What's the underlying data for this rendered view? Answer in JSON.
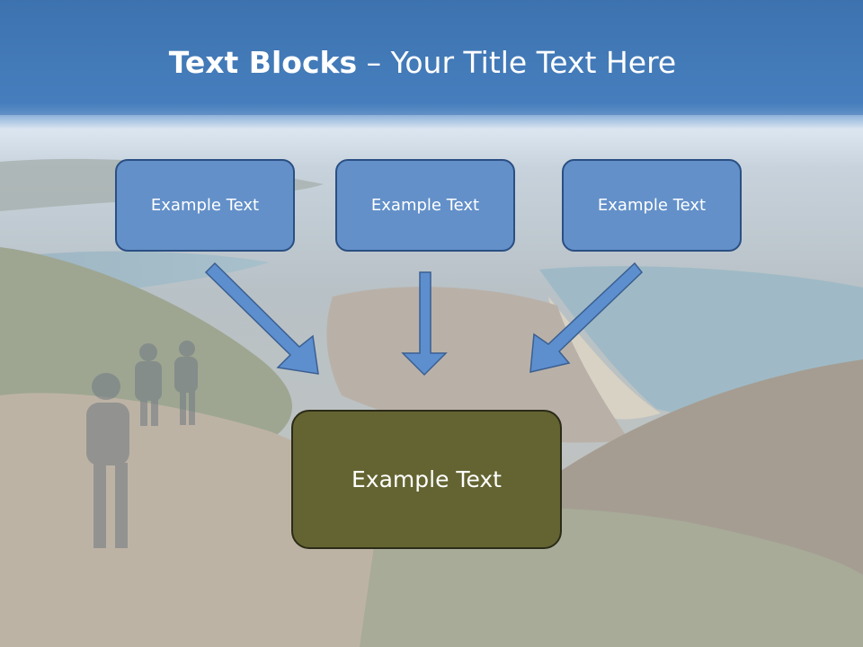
{
  "title": {
    "bold": "Text Blocks",
    "separator": " – ",
    "rest": "Your Title Text Here"
  },
  "boxes": [
    {
      "label": "Example Text"
    },
    {
      "label": "Example Text"
    },
    {
      "label": "Example Text"
    }
  ],
  "main_box": {
    "label": "Example Text"
  },
  "colors": {
    "title_band": "#3f76b4",
    "box_fill": "#6390c9",
    "box_border": "#2a4f83",
    "arrow_fill": "#5d8fcf",
    "main_box_fill": "#646432"
  }
}
